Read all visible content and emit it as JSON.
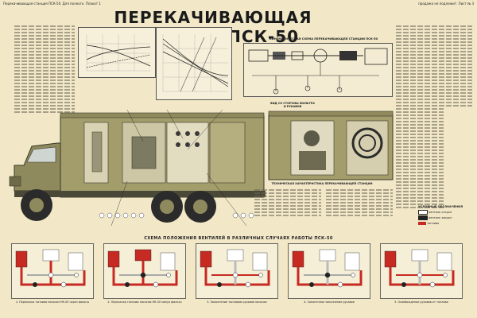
{
  "corner_left": "Перекачивающая станция ПСК-50. Для полного. Плакат 1",
  "corner_right": "продажа не подлежит. Лист № 3",
  "title": "ПЕРЕКАЧИВАЮЩАЯ СТАНЦИЯ ПСК-50",
  "schematic_title": "КИНЕМАТИЧЕСКАЯ СХЕМА ПЕРЕКАЧИВАЮЩЕЙ СТАНЦИИ ПСК-50",
  "rear_view_label": "ВИД СО СТОРОНЫ ФИЛЬТРА И РУКАВОВ",
  "tech_label": "ТЕХНИЧЕСКАЯ ХАРАКТЕРИСТИКА ПЕРЕКАЧИВАЮЩЕЙ СТАНЦИИ",
  "valve_title": "СХЕМА ПОЛОЖЕНИЯ ВЕНТИЛЕЙ В РАЗЛИЧНЫХ СЛУЧАЯХ РАБОТЫ ПСК-50",
  "captions": [
    "1. Перекачка топлива насосом НК-50 через фильтр",
    "2. Перекачка топлива насосом НК-50 минуя фильтр",
    "3. Заполнение топливом рукавов насосом",
    "4. Самотечное заполнение рукавов",
    "5. Освобождение рукавов от топлива"
  ],
  "legend_title": "УСЛОВНЫЕ ОБОЗНАЧЕНИЯ",
  "legend": [
    "вентиль открыт",
    "вентиль закрыт",
    "топливо"
  ],
  "colors": {
    "accent_red": "#c62a22",
    "truck": "#8f8a5d",
    "paper": "#f2e8c8",
    "dark": "#2a2a2a"
  }
}
